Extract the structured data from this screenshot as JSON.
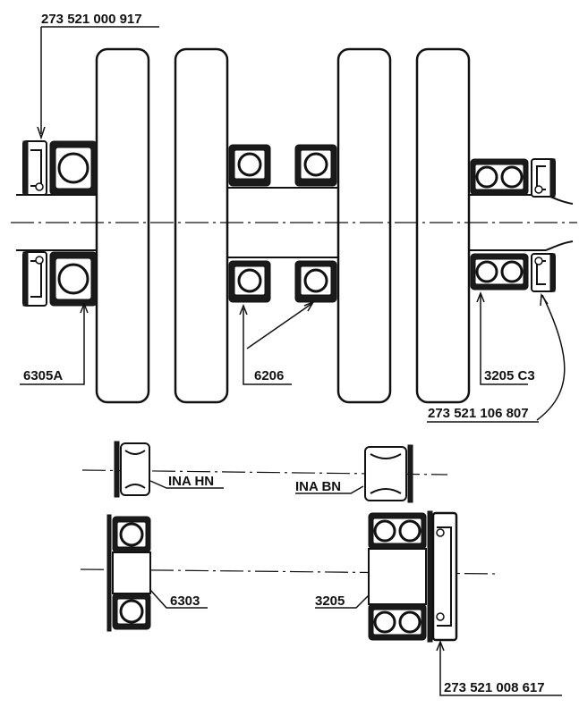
{
  "labels": {
    "seal_top_left": "273 521 000 917",
    "bearing_left": "6305A",
    "bearing_center": "6206",
    "bearing_right": "3205 C3",
    "seal_right": "273 521 106 807",
    "needle_hn": "INA HN",
    "needle_bn": "INA BN",
    "bearing_6303": "6303",
    "bearing_3205": "3205",
    "seal_bottom": "273 521 008 617"
  }
}
